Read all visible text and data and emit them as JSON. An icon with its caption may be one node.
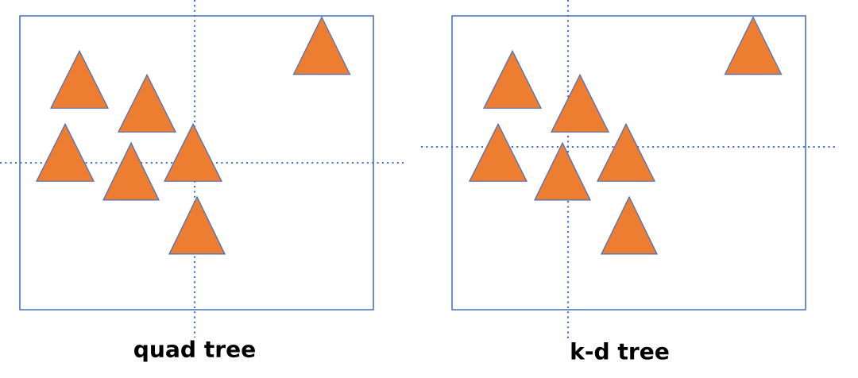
{
  "diagram": {
    "nodes": [
      {
        "text": [],
        "shape": "box",
        "beside": [
          "quad tree"
        ]
      },
      {
        "text": [],
        "shape": "triangle",
        "in": 0
      },
      {
        "text": [],
        "shape": "triangle",
        "in": 0
      },
      {
        "text": [],
        "shape": "triangle",
        "in": 0
      },
      {
        "text": [],
        "shape": "triangle",
        "in": 0
      },
      {
        "text": [],
        "shape": "triangle",
        "in": 0
      },
      {
        "text": [],
        "shape": "triangle",
        "in": 0
      },
      {
        "text": [],
        "shape": "triangle",
        "in": 0
      },
      {
        "text": [],
        "shape": "box",
        "beside": [
          "k-d tree"
        ]
      },
      {
        "text": [],
        "shape": "triangle",
        "in": 8
      },
      {
        "text": [],
        "shape": "triangle",
        "in": 8
      },
      {
        "text": [],
        "shape": "triangle",
        "in": 8
      },
      {
        "text": [],
        "shape": "triangle",
        "in": 8
      },
      {
        "text": [],
        "shape": "triangle",
        "in": 8
      },
      {
        "text": [],
        "shape": "triangle",
        "in": 8
      },
      {
        "text": [],
        "shape": "triangle",
        "in": 8
      }
    ]
  }
}
